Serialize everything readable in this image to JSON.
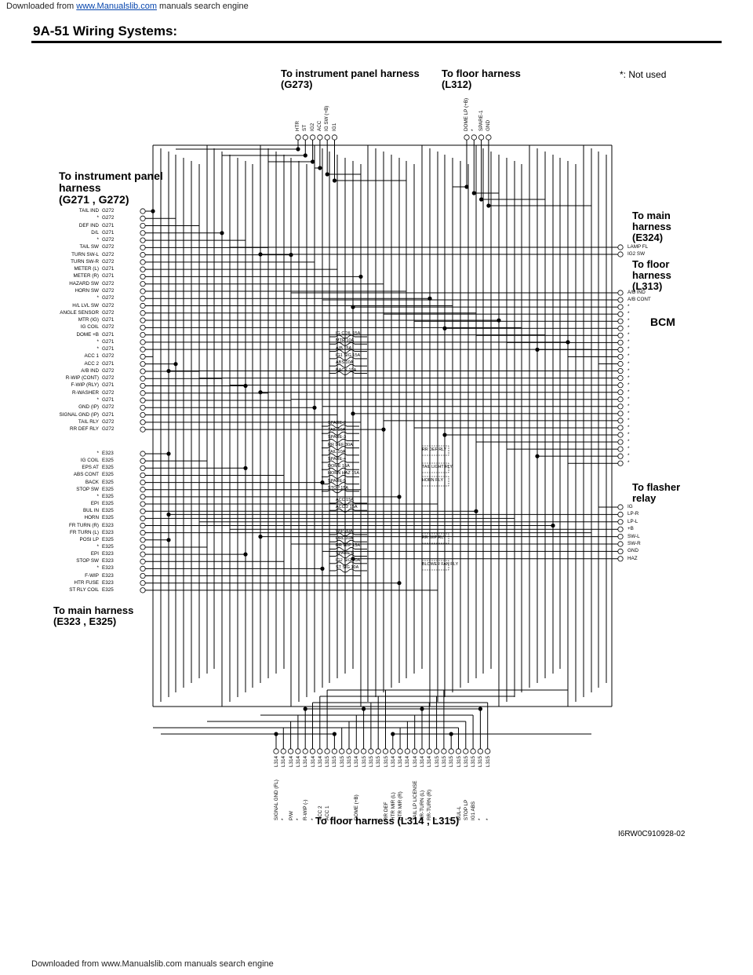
{
  "banner": {
    "prefix": "Downloaded from",
    "site": "www.Manualslib.com",
    "suffix": "manuals search engine"
  },
  "header": {
    "title": "9A-51   Wiring Systems:"
  },
  "titles": {
    "ip_g273": "To instrument panel harness\n(G273)",
    "floor_l312": "To floor harness\n(L312)",
    "not_used": "*: Not used",
    "ip_g271": "To instrument panel\nharness\n(G271 , G272)",
    "main_e324": "To main\nharness\n(E324)",
    "floor_l313": "To floor\nharness\n(L313)",
    "bcm": "BCM",
    "flasher": "To flasher\nrelay",
    "main_e323": "To main harness\n(E323 , E325)",
    "floor_l314": "To floor harness (L314 , L315)",
    "code": "I6RW0C910928-02"
  },
  "top_pins_g273": [
    "HTR",
    "ST",
    "IG2",
    "ACC",
    "IG SW (+B)",
    "IG1"
  ],
  "top_pins_l312": [
    "DOME LP (+B)",
    "*",
    "SPARE-1",
    "GND"
  ],
  "left_upper": [
    [
      "TAIL IND",
      "G272"
    ],
    [
      "*",
      "G272"
    ],
    [
      "DEF IND",
      "G271"
    ],
    [
      "D/L",
      "G271"
    ],
    [
      "*",
      "G272"
    ],
    [
      "TAIL SW",
      "G272"
    ],
    [
      "TURN SW-L",
      "G272"
    ],
    [
      "TURN SW-R",
      "G272"
    ],
    [
      "METER (L)",
      "G271"
    ],
    [
      "METER (R)",
      "G271"
    ],
    [
      "HAZARD SW",
      "G272"
    ],
    [
      "HORN SW",
      "G272"
    ],
    [
      "*",
      "G272"
    ],
    [
      "H/L LVL SW",
      "G272"
    ],
    [
      "ANGLE SENSOR",
      "G272"
    ],
    [
      "MTR (IG)",
      "G271"
    ],
    [
      "IG COIL",
      "G272"
    ],
    [
      "DOME +B",
      "G271"
    ],
    [
      "*",
      "G271"
    ],
    [
      "*",
      "G271"
    ],
    [
      "ACC 1",
      "G272"
    ],
    [
      "ACC 2",
      "G271"
    ],
    [
      "A/B IND",
      "G272"
    ],
    [
      "R-WIP (CONT)",
      "G272"
    ],
    [
      "F-WIP (RLY)",
      "G271"
    ],
    [
      "R-WASHER",
      "G272"
    ],
    [
      "*",
      "G271"
    ],
    [
      "GND (IP)",
      "G272"
    ],
    [
      "SIGNAL GND (IP)",
      "G271"
    ],
    [
      "TAIL RLY",
      "G272"
    ],
    [
      "RR DEF RLY",
      "G272"
    ]
  ],
  "left_lower": [
    [
      "*",
      "E323"
    ],
    [
      "IG COIL",
      "E325"
    ],
    [
      "EPS AT",
      "E325"
    ],
    [
      "ABS CONT",
      "E325"
    ],
    [
      "BACK",
      "E325"
    ],
    [
      "STOP SW",
      "E325"
    ],
    [
      "*",
      "E325"
    ],
    [
      "EPI",
      "E325"
    ],
    [
      "BUL IN",
      "E325"
    ],
    [
      "HORN",
      "E325"
    ],
    [
      "FR TURN (R)",
      "E323"
    ],
    [
      "FR TURN (L)",
      "E323"
    ],
    [
      "POSI LP",
      "E325"
    ],
    [
      "*",
      "E325"
    ],
    [
      "EPI",
      "E323"
    ],
    [
      "STOP SW",
      "E323"
    ],
    [
      "*",
      "E323"
    ],
    [
      "F-WIP",
      "E323"
    ],
    [
      "HTR FUSE",
      "E323"
    ],
    [
      "ST RLY COIL",
      "E325"
    ]
  ],
  "right_e324": [
    "LAMP FL",
    "IG2 SW"
  ],
  "right_l313": [
    "A/B IND",
    "A/B CONT",
    "*",
    "*",
    "*",
    "*",
    "*",
    "*",
    "*",
    "*",
    "*",
    "*",
    "*",
    "*",
    "*",
    "*",
    "*",
    "*",
    "*",
    "*",
    "*",
    "*",
    "*",
    "*",
    "*"
  ],
  "right_flasher": [
    "IG",
    "LP-R",
    "LP-L",
    "+B",
    "SW-L",
    "SW-R",
    "GND",
    "HAZ"
  ],
  "fuses_1": [
    "IG COIL 15A",
    "MTR 10A",
    "A/B 15A",
    "IG1 SIG 15A",
    "ABS 10A",
    "BACK 10A"
  ],
  "fuses_2": [
    "SPARE-2",
    "TAIL 10A",
    "SPARE-3",
    "RR DEF 30A",
    "TAIL 10A",
    "SPARE-4",
    "DOME 15A",
    "HORN HAZ 15A",
    "SPARE-5",
    "STOP 15A"
  ],
  "fuses_3": [
    "ACC 15A",
    "ACC 2 15A"
  ],
  "fuses_4": [
    "WIP 30A",
    "DRL 10A",
    "RR WIP 15A",
    "SPARE-6",
    "IG2 SIG 10A",
    "ST SIG 10A"
  ],
  "relays": [
    "RR DEF RLY",
    "TAIL LIGHT RLY",
    "HORN RLY",
    "RR WIP RLY",
    "BLOWER FAN RLY"
  ],
  "bottom_pins": [
    [
      "SIGNAL GND (FL)",
      "L314"
    ],
    [
      "*",
      "L314"
    ],
    [
      "P/W",
      "L314"
    ],
    [
      "*",
      "L314"
    ],
    [
      "R-WIP (-)",
      "L314"
    ],
    [
      "*",
      "L314"
    ],
    [
      "ACC 2",
      "L314"
    ],
    [
      "ACC 1",
      "L315"
    ],
    [
      "*",
      "L315"
    ],
    [
      "*",
      "L315"
    ],
    [
      "*",
      "L315"
    ],
    [
      "DOME (+B)",
      "L314"
    ],
    [
      "*",
      "L315"
    ],
    [
      "*",
      "L315"
    ],
    [
      "*",
      "L315"
    ],
    [
      "RR DEF",
      "L315"
    ],
    [
      "HTR MIR (L)",
      "L314"
    ],
    [
      "HTR MIR (R)",
      "L314"
    ],
    [
      "*",
      "L314"
    ],
    [
      "TAIL LP LICENSE",
      "L314"
    ],
    [
      "RR-TURN (L)",
      "L314"
    ],
    [
      "RR-TURN (R)",
      "L314"
    ],
    [
      "*",
      "L315"
    ],
    [
      "*",
      "L315"
    ],
    [
      "*",
      "L315"
    ],
    [
      "BUL-L",
      "L315"
    ],
    [
      "STOP LP",
      "L315"
    ],
    [
      "IG1 ABS",
      "L315"
    ],
    [
      "*",
      "L315"
    ],
    [
      "*",
      "L315"
    ]
  ]
}
